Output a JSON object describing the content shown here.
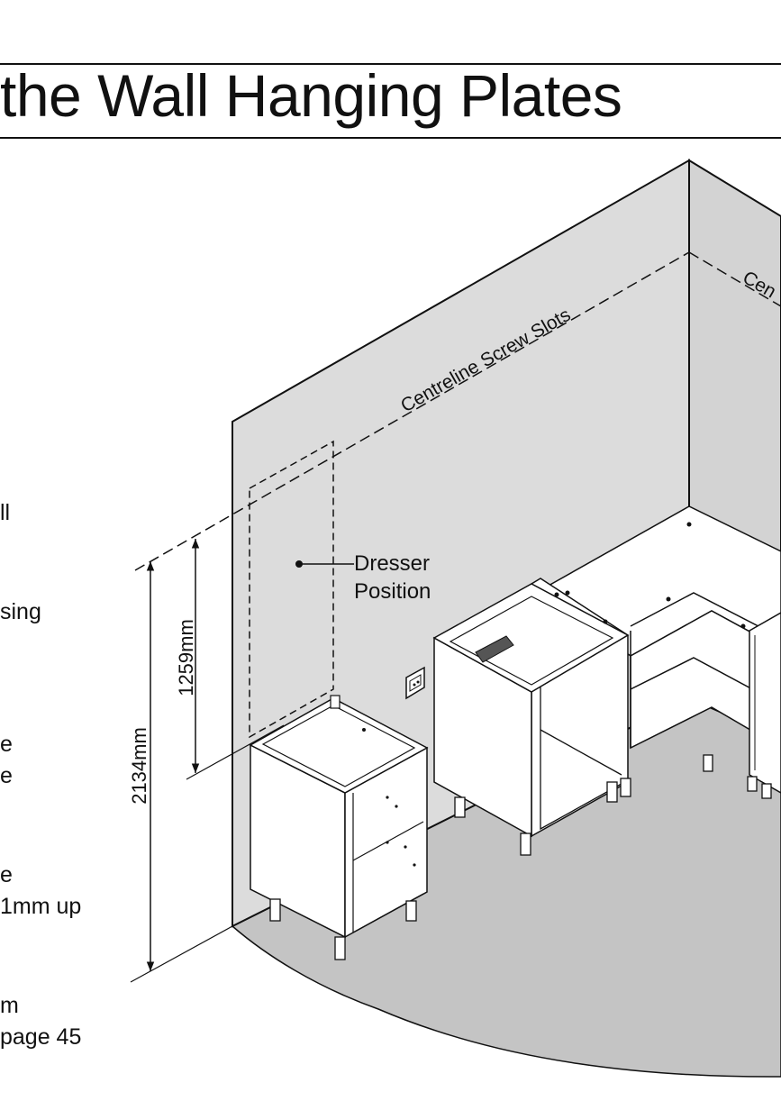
{
  "page": {
    "title": "the Wall Hanging Plates"
  },
  "text_fragments": [
    "ll",
    "sing",
    "e",
    "e",
    "e",
    "1mm up",
    "m",
    "page 45"
  ],
  "drawing": {
    "label_centreline_left": "Centreline Screw Slots",
    "label_centreline_right": "Cen",
    "label_dresser": "Dresser",
    "label_position": "Position",
    "dim_1259": "1259mm",
    "dim_2134": "2134mm"
  },
  "colors": {
    "wall": "#dcdcdc",
    "wall_right": "#d3d3d3",
    "floor": "#c4c4c4",
    "unit": "#ffffff",
    "line": "#111111"
  }
}
